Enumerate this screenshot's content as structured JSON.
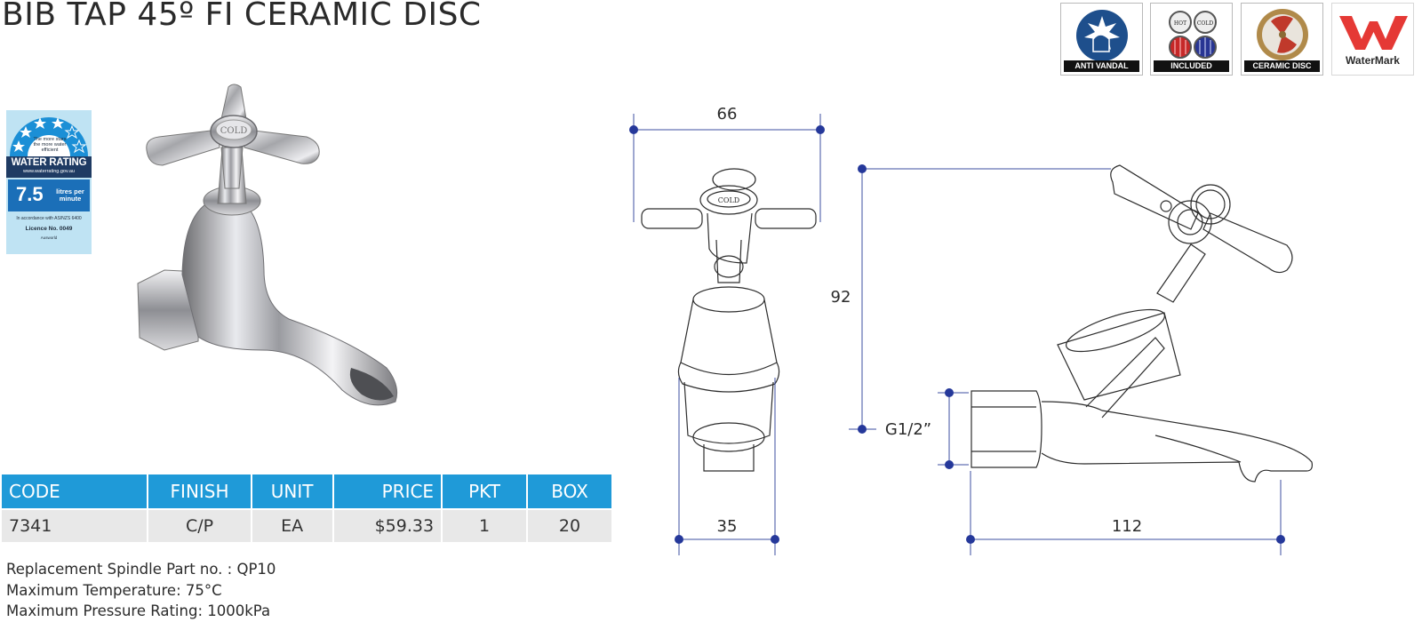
{
  "title": "BIB TAP 45º FI CERAMIC DISC",
  "badges": [
    {
      "label": "ANTI VANDAL",
      "icon": "anti-vandal-icon"
    },
    {
      "label": "INCLUDED",
      "icon": "hot-cold-indicators-icon"
    },
    {
      "label": "CERAMIC DISC",
      "icon": "ceramic-disc-icon"
    },
    {
      "label": "WaterMark",
      "icon": "watermark-logo"
    }
  ],
  "water_rating": {
    "blurb": "The more stars the more water efficient",
    "label": "WATER RATING",
    "url": "www.waterrating.gov.au",
    "value": "7.5",
    "unit": "litres per minute",
    "accordance": "In accordance with AS/NZS 6400",
    "licence": "Licence No. 0049",
    "org": "Ausworld"
  },
  "photo_handle_text": "COLD",
  "table": {
    "headers": [
      "CODE",
      "FINISH",
      "UNIT",
      "PRICE",
      "PKT",
      "BOX"
    ],
    "rows": [
      [
        "7341",
        "C/P",
        "EA",
        "$59.33",
        "1",
        "20"
      ]
    ]
  },
  "notes": [
    "Replacement Spindle Part no.  : QP10",
    "Maximum Temperature: 75°C",
    "Maximum Pressure Rating: 1000kPa"
  ],
  "dimensions": {
    "front_width": "66",
    "base_width": "35",
    "height": "92",
    "thread": "G1/2”",
    "length": "112"
  },
  "colors": {
    "header_blue": "#1f9ad8",
    "dim_line": "#3c4fa0",
    "dim_dot": "#25389a"
  }
}
